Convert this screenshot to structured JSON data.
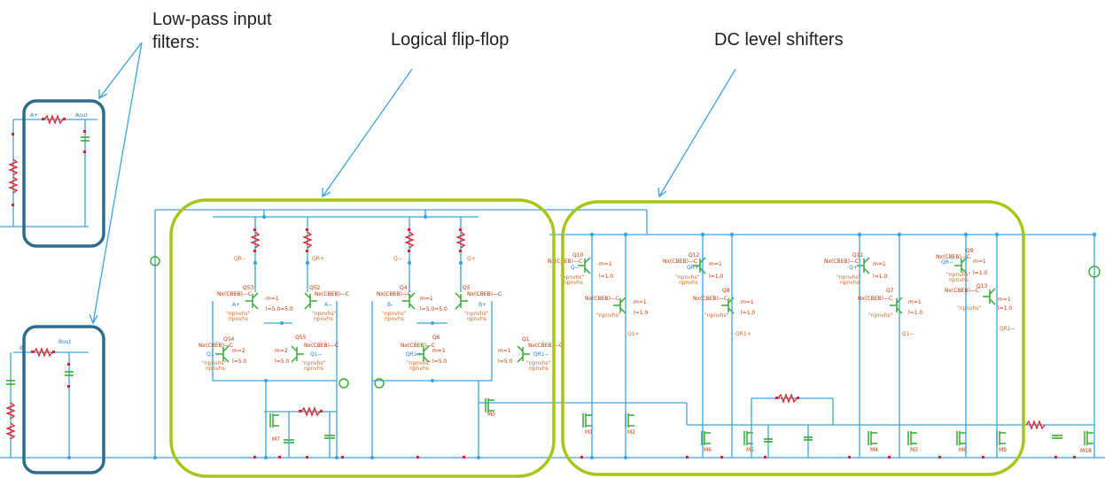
{
  "callouts": {
    "lowpass_line1": "Low-pass input",
    "lowpass_line2": "filters:",
    "flipflop": "Logical flip-flop",
    "dc_shifters": "DC level shifters"
  },
  "nets": {
    "a_plus": "A+",
    "aout": "Aout",
    "b_minus": "B-",
    "bout": "Bout",
    "qr_minus": "QR−",
    "qr_plus": "QR+",
    "q_minus": "Q−",
    "q_plus": "Q+",
    "q1_plus": "Q1+",
    "q1_minus": "Q1−",
    "qr1_plus": "QR1+",
    "qr1_minus": "QR1−",
    "a_minus": "A−",
    "b_plus": "B+"
  },
  "transistors": [
    {
      "name": "Q53"
    },
    {
      "name": "Q52"
    },
    {
      "name": "Q4"
    },
    {
      "name": "Q5"
    },
    {
      "name": "Q54"
    },
    {
      "name": "Q55"
    },
    {
      "name": "Q6"
    },
    {
      "name": "Q1"
    },
    {
      "name": "Q10"
    },
    {
      "name": "Q12"
    },
    {
      "name": "Q8"
    },
    {
      "name": "Q11"
    },
    {
      "name": "Q7"
    },
    {
      "name": "Q9"
    },
    {
      "name": "Q13"
    }
  ],
  "mosfets": [
    {
      "name": "M7"
    },
    {
      "name": "M0"
    },
    {
      "name": "M1"
    },
    {
      "name": "M2"
    },
    {
      "name": "M6"
    },
    {
      "name": "M5"
    },
    {
      "name": "M4"
    },
    {
      "name": "M3"
    },
    {
      "name": "M8"
    },
    {
      "name": "M9"
    },
    {
      "name": "M18"
    }
  ],
  "params": {
    "model": "\"npnvhs\"",
    "model2": "npnvhs",
    "nx": "Nx(CBEB)—C",
    "m1": "m=1",
    "m2": "m=2",
    "l50": "l=5.0",
    "l10": "l=1.0",
    "l50x2": "l=5.0=5.0"
  }
}
